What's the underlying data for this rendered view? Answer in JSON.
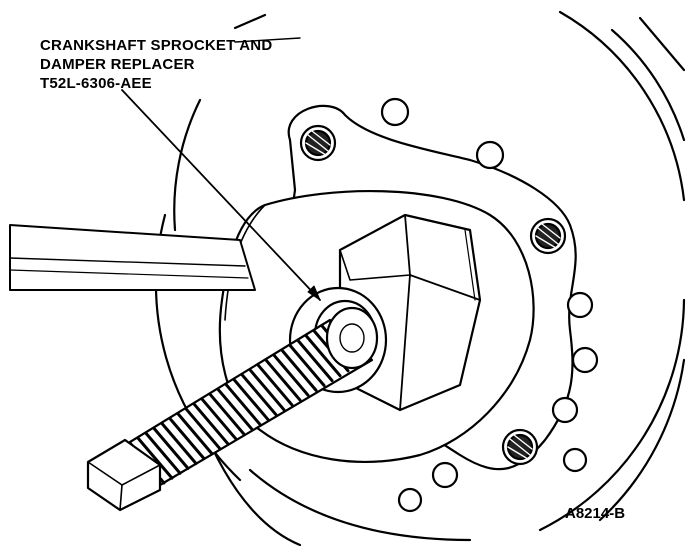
{
  "callout": {
    "line1": "CRANKSHAFT SPROCKET AND",
    "line2": "DAMPER REPLACER",
    "line3": "T52L-6306-AEE"
  },
  "figure_code": "A8214-B",
  "colors": {
    "ink": "#000000",
    "paper": "#ffffff"
  }
}
